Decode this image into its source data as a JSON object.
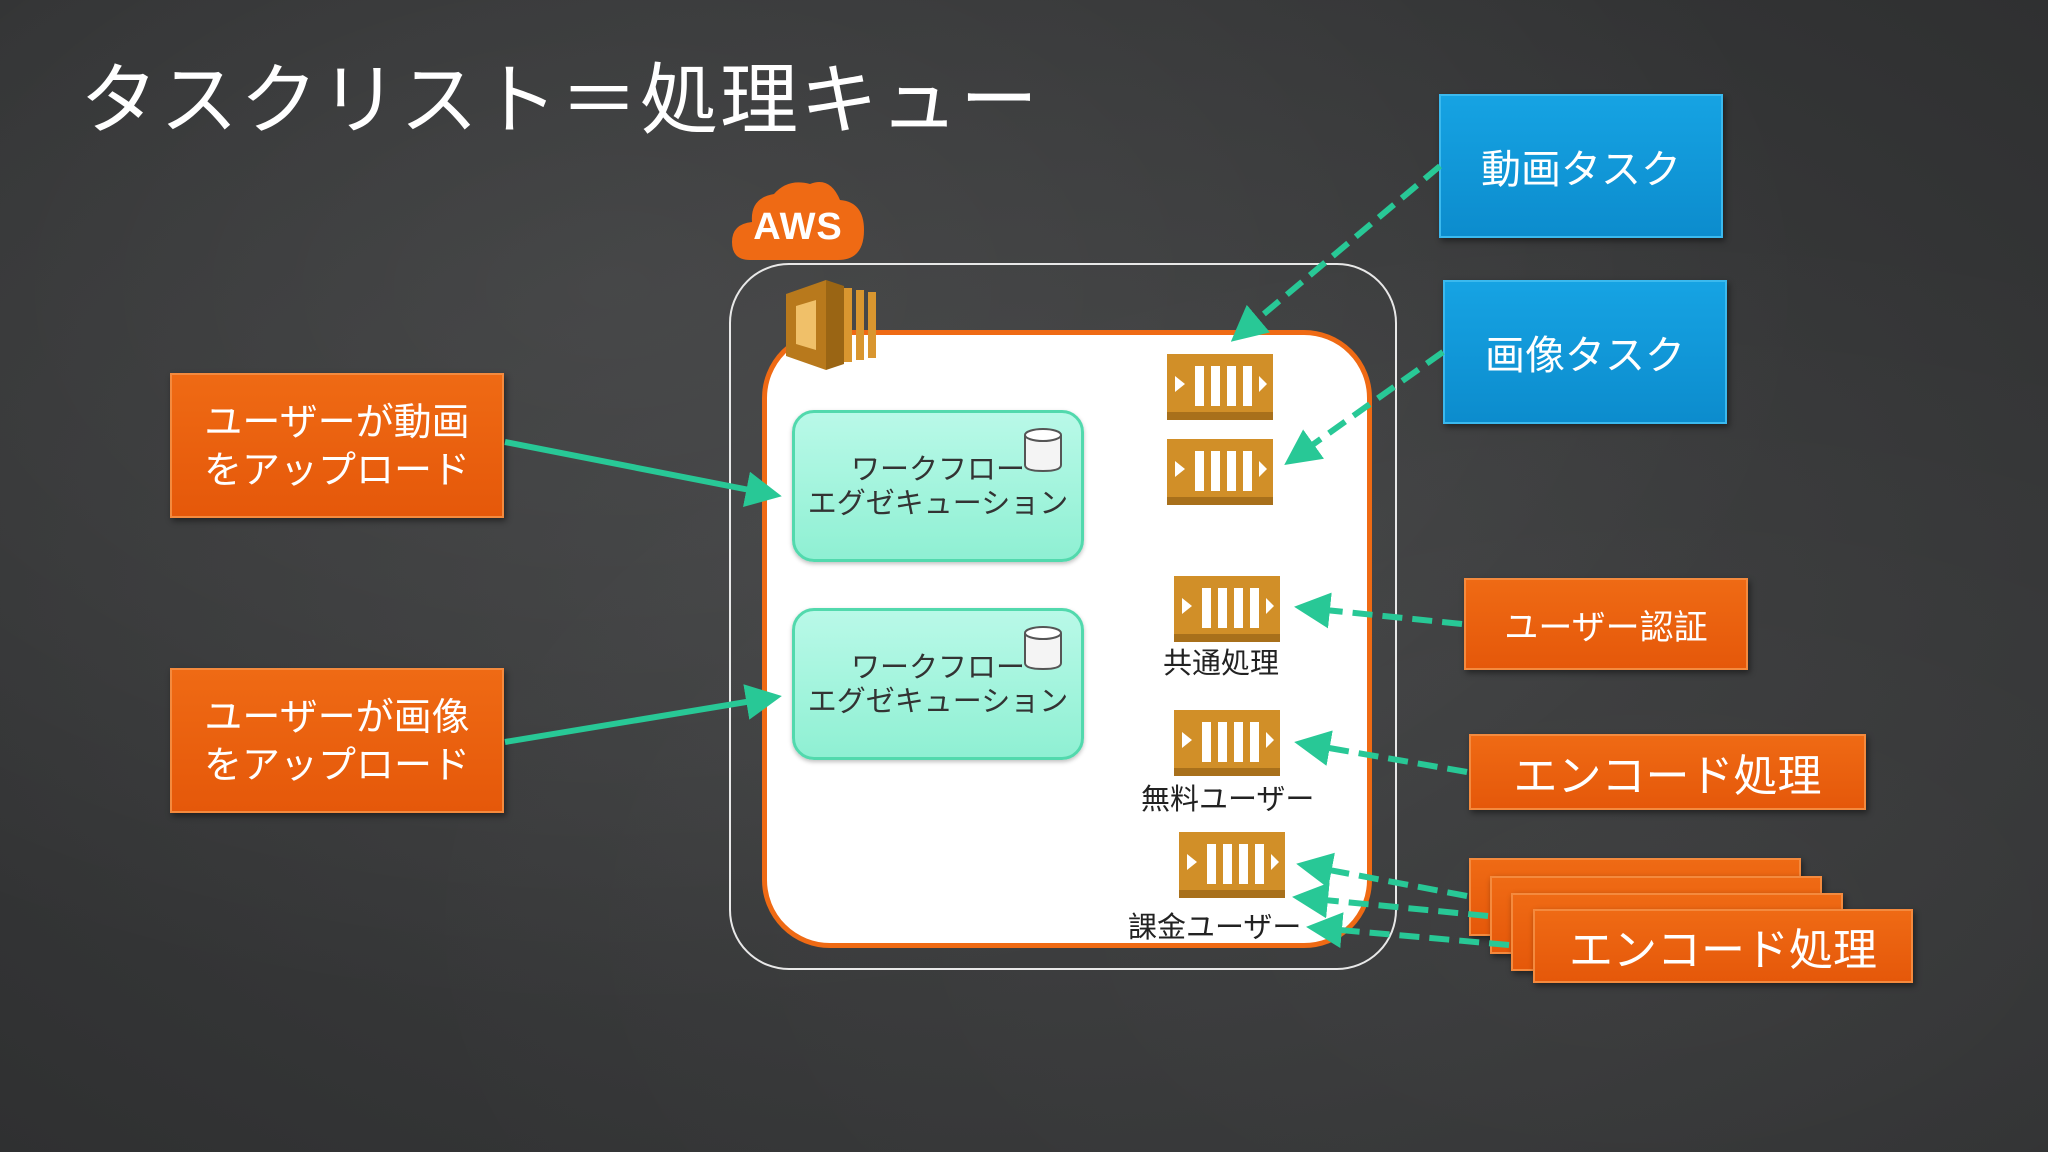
{
  "title": "タスクリスト＝処理キュー",
  "aws_label": "AWS",
  "user_boxes": {
    "video_upload": [
      "ユーザーが動画",
      "をアップロード"
    ],
    "image_upload": [
      "ユーザーが画像",
      "をアップロード"
    ]
  },
  "task_boxes": {
    "video_task": "動画タスク",
    "image_task": "画像タスク"
  },
  "workflows": [
    [
      "ワークフロー",
      "エグゼキューション"
    ],
    [
      "ワークフロー",
      "エグゼキューション"
    ]
  ],
  "queue_labels": {
    "common": "共通処理",
    "free": "無料ユーザー",
    "paid": "課金ユーザー"
  },
  "worker_boxes": {
    "auth": "ユーザー認証",
    "encode_free": "エンコード処理",
    "encode_paid": "エンコード処理"
  },
  "colors": {
    "orange": "#ef6a14",
    "blue": "#0c8ccd",
    "teal_arrow": "#28c896",
    "workflow_fill": "#b9f9e8",
    "queue_gold": "#d18f28"
  },
  "icons": [
    "aws-cloud-icon",
    "swf-icon",
    "database-icon",
    "queue-icon"
  ]
}
